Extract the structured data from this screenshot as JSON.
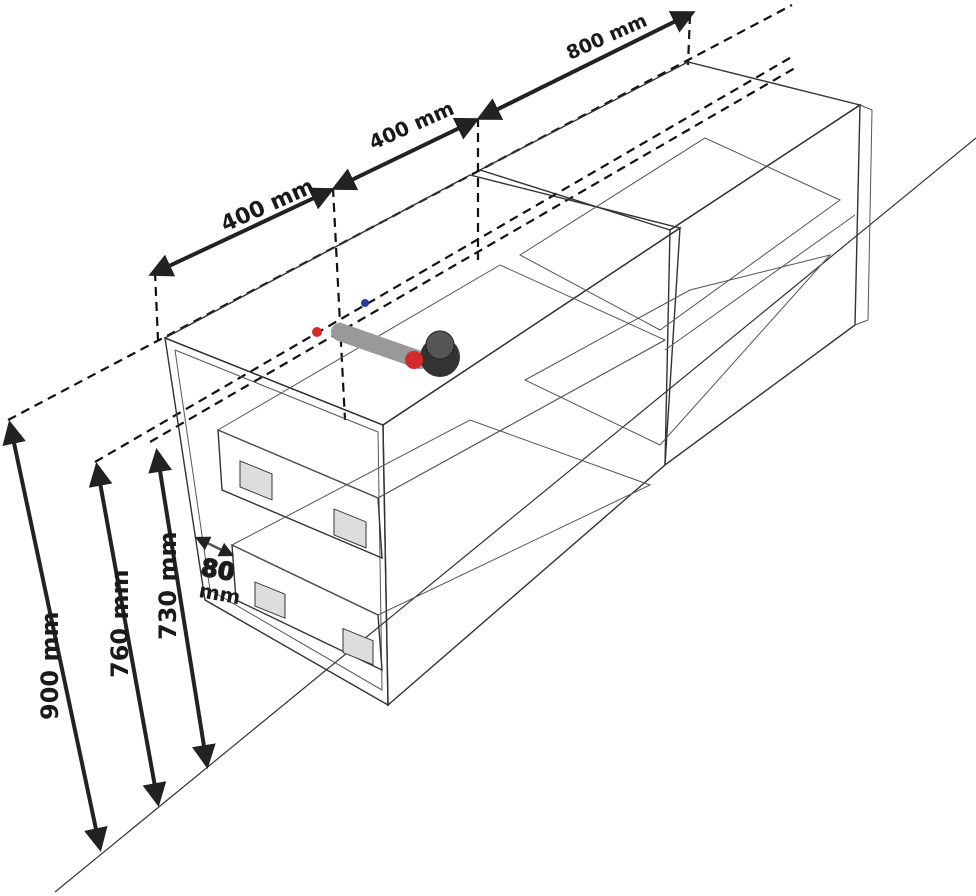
{
  "diagram": {
    "title": "Vanity unit dimension drawing",
    "widths": [
      {
        "label": "400 mm",
        "value_mm": 400
      },
      {
        "label": "400 mm",
        "value_mm": 400
      },
      {
        "label": "800 mm",
        "value_mm": 800
      }
    ],
    "heights": [
      {
        "label": "900 mm",
        "value_mm": 900
      },
      {
        "label": "760 mm",
        "value_mm": 760
      },
      {
        "label": "730 mm",
        "value_mm": 730
      }
    ],
    "drawer_gap": {
      "value": "80",
      "unit": "mm"
    },
    "colors": {
      "line": "#222222",
      "hot_pipe": "#d42a2a",
      "cold_pipe": "#2a3a9a",
      "siphon": "#333333"
    }
  }
}
